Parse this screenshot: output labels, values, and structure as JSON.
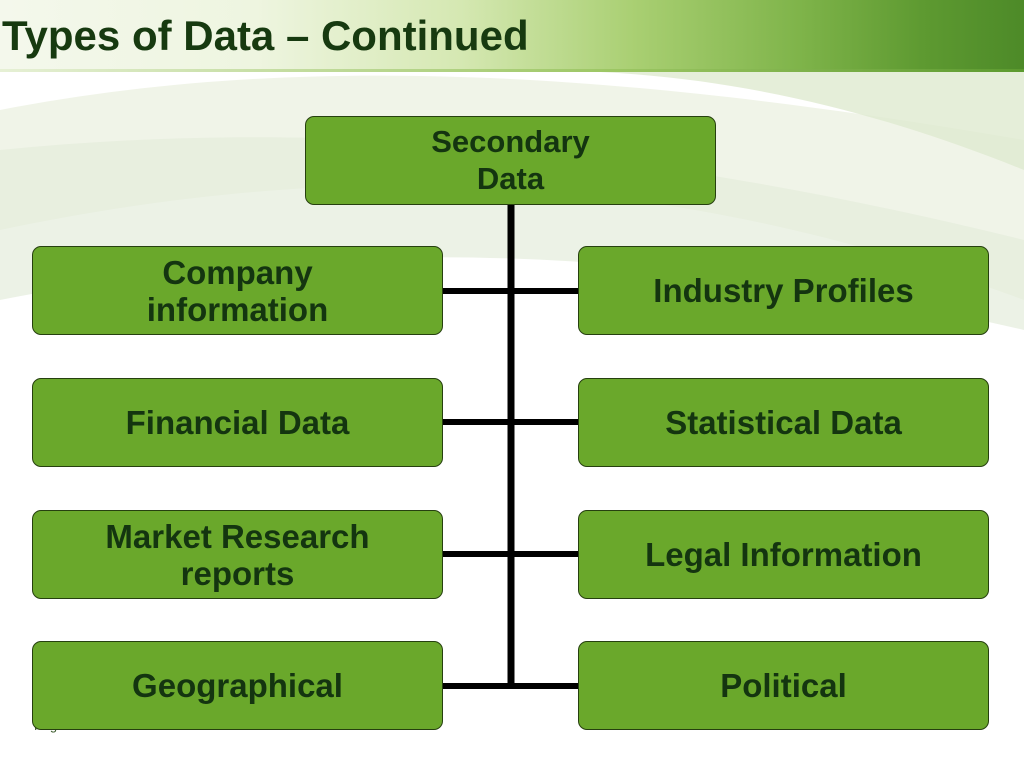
{
  "title": "Types of Data – Continued",
  "footer": {
    "page_label": "Page"
  },
  "colors": {
    "box_fill": "#6aa82b",
    "box_border": "#26400f",
    "text": "#143510",
    "connector": "#000000"
  },
  "diagram": {
    "root": {
      "label": "Secondary\nData"
    },
    "left_branches": [
      {
        "label": "Company\ninformation"
      },
      {
        "label": "Financial Data"
      },
      {
        "label": "Market Research\nreports"
      },
      {
        "label": "Geographical"
      }
    ],
    "right_branches": [
      {
        "label": "Industry Profiles"
      },
      {
        "label": "Statistical Data"
      },
      {
        "label": "Legal Information"
      },
      {
        "label": "Political"
      }
    ]
  }
}
